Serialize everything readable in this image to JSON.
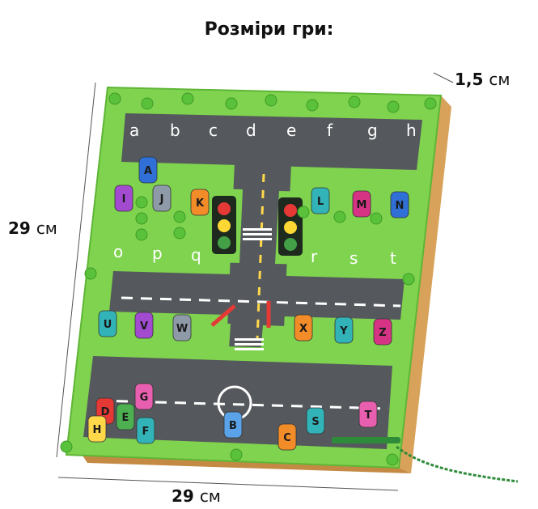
{
  "title": "Розміри гри:",
  "dims": {
    "height": "29",
    "width": "29",
    "depth": "1,5",
    "unit": "см"
  },
  "board": {
    "top_letters": [
      "a",
      "b",
      "c",
      "d",
      "e",
      "f",
      "g",
      "h"
    ],
    "middle_letters": [
      "o",
      "p",
      "q",
      "r",
      "s",
      "t"
    ],
    "car_letters": [
      "A",
      "I",
      "J",
      "K",
      "L",
      "M",
      "N",
      "U",
      "V",
      "W",
      "X",
      "Y",
      "Z",
      "D",
      "E",
      "F",
      "G",
      "H",
      "B",
      "S",
      "T",
      "C"
    ],
    "colors": {
      "frame": "#7fd34e",
      "frame_dark": "#5fb536",
      "road": "#55595d",
      "wood": "#d9a25a",
      "peg": "#59c23a",
      "cord": "#2e8b3a"
    }
  }
}
